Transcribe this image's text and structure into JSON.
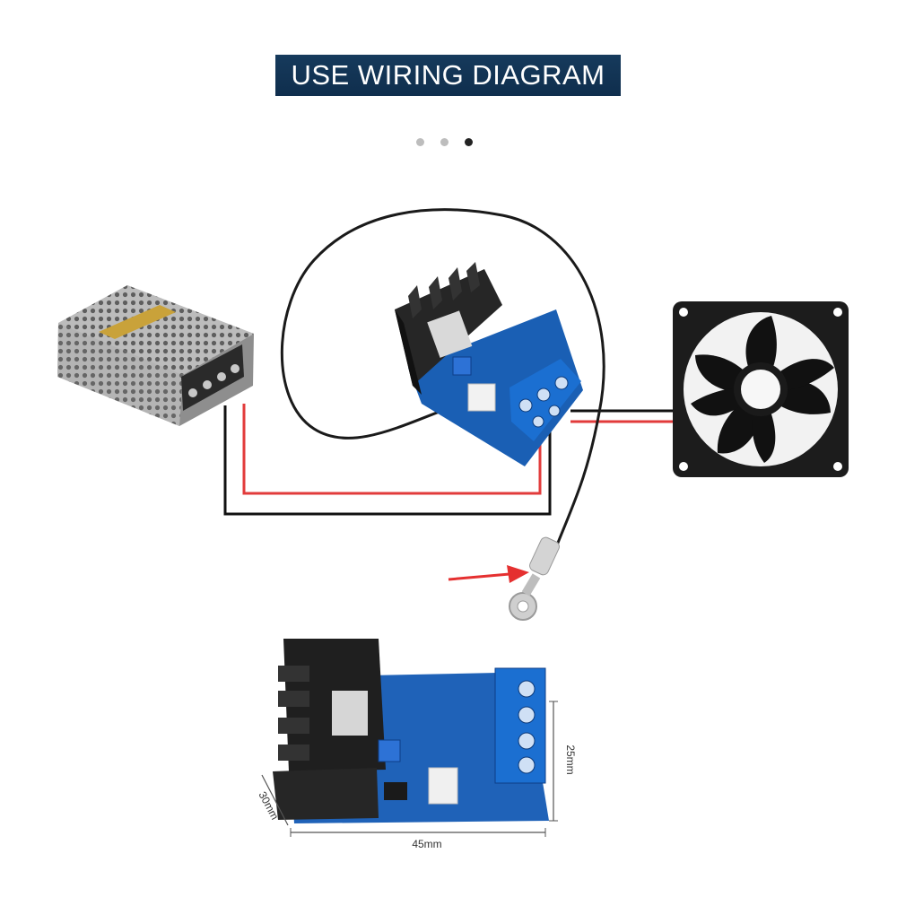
{
  "header": {
    "title": "USE WIRING DIAGRAM"
  },
  "carousel": {
    "count": 3,
    "active_index": 2
  },
  "dimensions": {
    "height_label": "25mm",
    "depth_label": "30mm",
    "width_label": "45mm"
  },
  "colors": {
    "banner": "#0f2e4d",
    "wire_red": "#e23b3b",
    "wire_black": "#111111",
    "pcb_blue": "#1a5fb4",
    "terminal_blue": "#1b6fd1",
    "heatsink": "#222222"
  }
}
